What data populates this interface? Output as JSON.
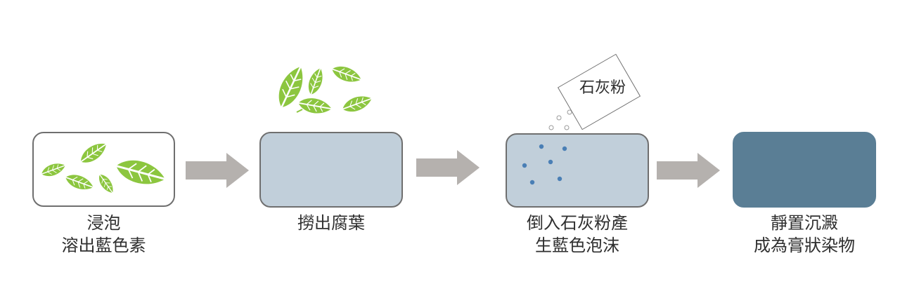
{
  "steps": [
    {
      "caption_line1": "浸泡",
      "caption_line2": "溶出藍色素"
    },
    {
      "caption_line1": "撈出腐葉",
      "caption_line2": ""
    },
    {
      "caption_line1": "倒入石灰粉產",
      "caption_line2": "生藍色泡沫"
    },
    {
      "caption_line1": "靜置沉澱",
      "caption_line2": "成為膏狀染物"
    }
  ],
  "lime_packet_label": "石灰粉",
  "colors": {
    "leaf": "#8cc63f",
    "leaf_vein": "#ffffff",
    "water_light": "#c1cfda",
    "water_dark": "#5a7e95",
    "foam_dot": "#4a7fb5",
    "arrow": "#b5b1ae",
    "border": "#6f6f6f"
  }
}
